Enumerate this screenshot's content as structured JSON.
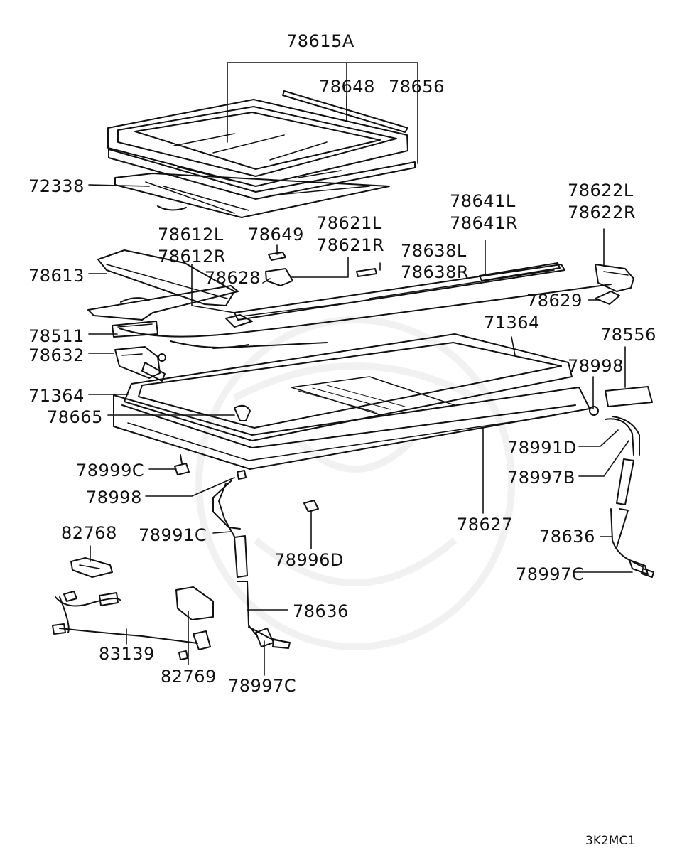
{
  "colors": {
    "ink": "#111111",
    "background": "#ffffff",
    "watermark": "#f1f1f1"
  },
  "diagram_code": "3K2MC1",
  "callouts": [
    {
      "id": "p78615A",
      "text": "78615A"
    },
    {
      "id": "p78648",
      "text": "78648"
    },
    {
      "id": "p78656",
      "text": "78656"
    },
    {
      "id": "p72338",
      "text": "72338"
    },
    {
      "id": "p78641L",
      "text": "78641L"
    },
    {
      "id": "p78641R",
      "text": "78641R"
    },
    {
      "id": "p78622L",
      "text": "78622L"
    },
    {
      "id": "p78622R",
      "text": "78622R"
    },
    {
      "id": "p78612L",
      "text": "78612L"
    },
    {
      "id": "p78612R",
      "text": "78612R"
    },
    {
      "id": "p78649",
      "text": "78649"
    },
    {
      "id": "p78621L",
      "text": "78621L"
    },
    {
      "id": "p78621R",
      "text": "78621R"
    },
    {
      "id": "p78638L",
      "text": "78638L"
    },
    {
      "id": "p78638R",
      "text": "78638R"
    },
    {
      "id": "p78613",
      "text": "78613"
    },
    {
      "id": "p78628",
      "text": "78628"
    },
    {
      "id": "p78629",
      "text": "78629"
    },
    {
      "id": "p78511",
      "text": "78511"
    },
    {
      "id": "p71364a",
      "text": "71364"
    },
    {
      "id": "p78556",
      "text": "78556"
    },
    {
      "id": "p78632",
      "text": "78632"
    },
    {
      "id": "p78998a",
      "text": "78998"
    },
    {
      "id": "p71364b",
      "text": "71364"
    },
    {
      "id": "p78665",
      "text": "78665"
    },
    {
      "id": "p78991D",
      "text": "78991D"
    },
    {
      "id": "p78999C",
      "text": "78999C"
    },
    {
      "id": "p78997B",
      "text": "78997B"
    },
    {
      "id": "p78998b",
      "text": "78998"
    },
    {
      "id": "p78627",
      "text": "78627"
    },
    {
      "id": "p82768",
      "text": "82768"
    },
    {
      "id": "p78991C",
      "text": "78991C"
    },
    {
      "id": "p78636a",
      "text": "78636"
    },
    {
      "id": "p78996D",
      "text": "78996D"
    },
    {
      "id": "p78997Ca",
      "text": "78997C"
    },
    {
      "id": "p78636b",
      "text": "78636"
    },
    {
      "id": "p83139",
      "text": "83139"
    },
    {
      "id": "p82769",
      "text": "82769"
    },
    {
      "id": "p78997Cb",
      "text": "78997C"
    }
  ]
}
